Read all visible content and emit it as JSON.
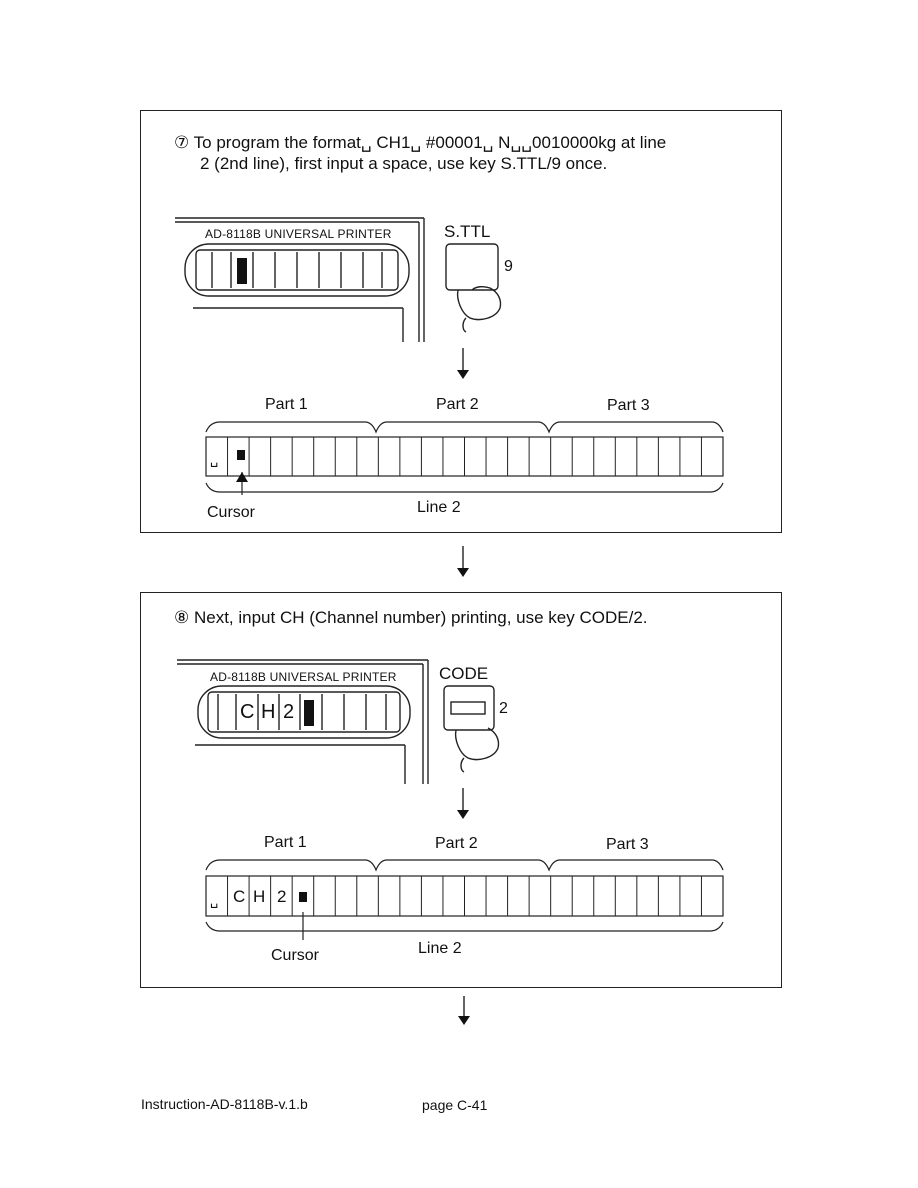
{
  "step7": {
    "text_line1": "⑦ To program the format␣ CH1␣ #00001␣ N␣␣0010000kg at line",
    "text_line2": "2 (2nd line), first input a space, use key S.TTL/9 once.",
    "printer_label": "AD-8118B UNIVERSAL PRINTER",
    "key_label": "S.TTL",
    "key_digit": "9",
    "part1": "Part 1",
    "part2": "Part 2",
    "part3": "Part 3",
    "line_label": "Line 2",
    "cursor_label": "Cursor",
    "line_cells": [
      "␣",
      "■"
    ]
  },
  "step8": {
    "text_line1": "⑧ Next, input CH (Channel number) printing, use key CODE/2.",
    "printer_label": "AD-8118B UNIVERSAL PRINTER",
    "display_chars": [
      "C",
      "H",
      "2"
    ],
    "key_label": "CODE",
    "key_digit": "2",
    "part1": "Part 1",
    "part2": "Part 2",
    "part3": "Part 3",
    "line_label": "Line 2",
    "cursor_label": "Cursor",
    "line_cells": [
      "␣",
      "C",
      "H",
      "2",
      "■"
    ]
  },
  "footer": {
    "doc_id": "Instruction-AD-8118B-v.1.b",
    "page": "page C-41"
  }
}
